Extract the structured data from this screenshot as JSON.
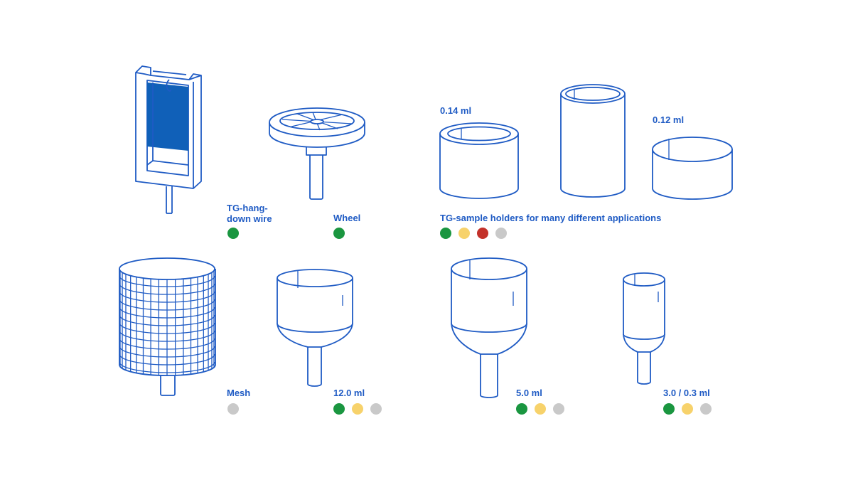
{
  "colors": {
    "line": "#1f5bc4",
    "green": "#1a9640",
    "yellow": "#f7d26b",
    "red": "#c3312a",
    "gray": "#c9c9c9"
  },
  "items": [
    {
      "label": "TG-hang-\ndown wire",
      "dots": [
        "green"
      ]
    },
    {
      "label": "Wheel",
      "dots": [
        "green"
      ]
    },
    {
      "label": "TG-sample holders for many different applications",
      "dots": [
        "green",
        "yellow",
        "red",
        "gray"
      ]
    },
    {
      "label": "Mesh",
      "dots": [
        "gray"
      ]
    },
    {
      "label": "12.0 ml",
      "dots": [
        "green",
        "yellow",
        "gray"
      ]
    },
    {
      "label": "5.0 ml",
      "dots": [
        "green",
        "yellow",
        "gray"
      ]
    },
    {
      "label": "3.0 / 0.3 ml",
      "dots": [
        "green",
        "yellow",
        "gray"
      ]
    }
  ],
  "volumes": {
    "small_holder": "0.14 ml",
    "wide_holder": "0.12 ml"
  }
}
